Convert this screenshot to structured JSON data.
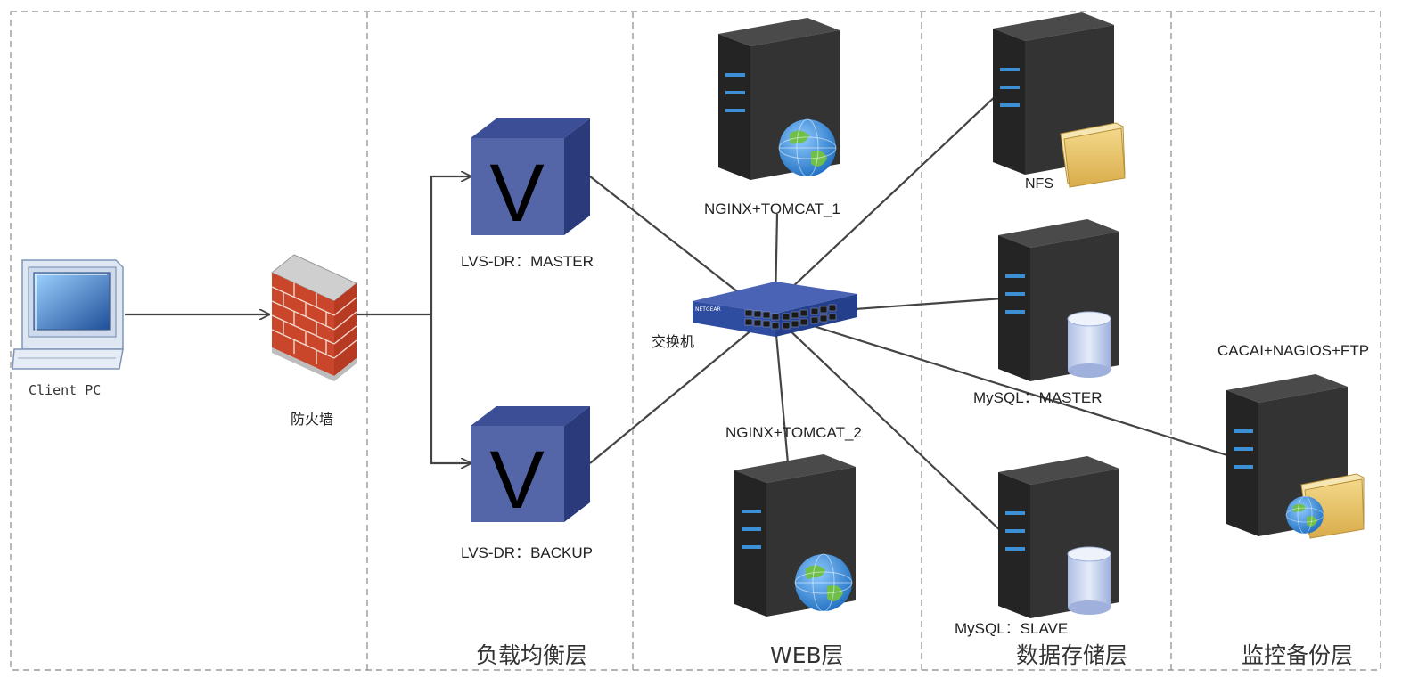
{
  "layers": {
    "load_balance": "负载均衡层",
    "web": "WEB层",
    "storage": "数据存储层",
    "monitor": "监控备份层"
  },
  "nodes": {
    "client": "Client PC",
    "firewall": "防火墙",
    "lvs_master": "LVS-DR：MASTER",
    "lvs_backup": "LVS-DR：BACKUP",
    "switch": "交换机",
    "switch_brand": "NETGEAR",
    "web1": "NGINX+TOMCAT_1",
    "web2": "NGINX+TOMCAT_2",
    "nfs": "NFS",
    "mysql_master": "MySQL：MASTER",
    "mysql_slave": "MySQL：SLAVE",
    "monitor": "CACAI+NAGIOS+FTP"
  },
  "lvs_glyph": "V",
  "colors": {
    "frame": "#888888",
    "line": "#444444",
    "server_dark": "#2b2b2b",
    "server_side": "#3d3d3d",
    "led_blue": "#3d8fd6",
    "lvs_front": "#5566a8",
    "lvs_top": "#3c4f96",
    "lvs_side": "#2a3a7a",
    "switch_blue": "#2f4da0",
    "brick": "#c9462a",
    "folder": "#e8c46a",
    "db": "#c8d4ee",
    "globe_sea": "#3a8fd8",
    "globe_land": "#6fbf4a"
  }
}
